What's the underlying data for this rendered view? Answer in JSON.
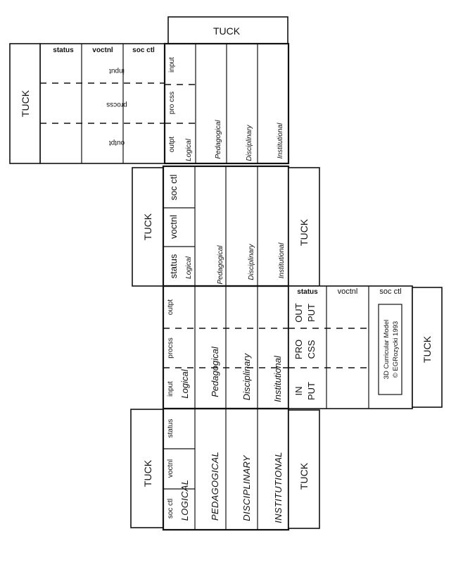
{
  "tuck": "TUCK",
  "headers": {
    "status": "status",
    "voctnl": "voctnl",
    "soc_ctl": "soc ctl"
  },
  "phases": {
    "input": "input",
    "process": "procss",
    "output": "outpt"
  },
  "pro_css": "pro css",
  "levels": {
    "logical": "Logical",
    "pedagogical": "Pedagogical",
    "disciplinary": "Disciplinary",
    "institutional": "Institutional"
  },
  "levels_caps": {
    "logical": "LOGICAL",
    "pedagogical": "PEDAGOGICAL",
    "disciplinary": "DISCIPLINARY",
    "institutional": "INSTITUTIONAL"
  },
  "big_phases": {
    "in": "IN",
    "put": "PUT",
    "pro": "PRO",
    "css": "CSS",
    "out": "OUT"
  },
  "copyright": {
    "line1": "3D Curricular Model",
    "line2": "© EGRozycki 1993"
  }
}
